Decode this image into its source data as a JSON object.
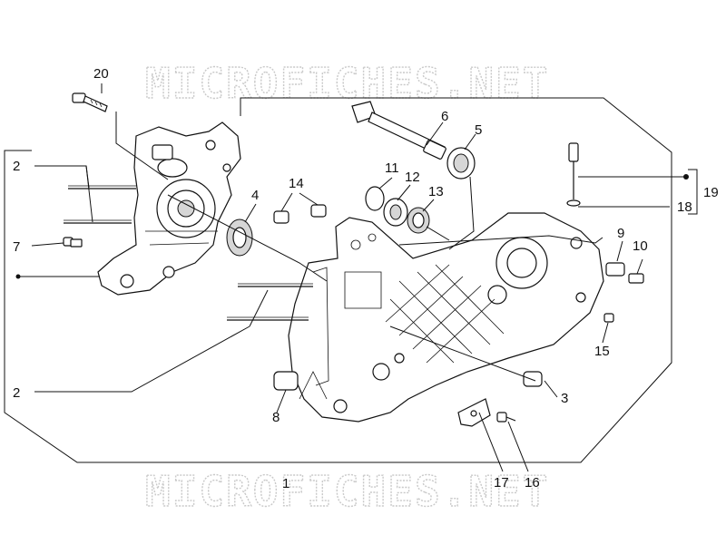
{
  "watermark": {
    "top": "MICROFICHES.NET",
    "bottom": "MICROFICHES.NET"
  },
  "callouts": {
    "p1": "1",
    "p2a": "2",
    "p2b": "2",
    "p3": "3",
    "p4": "4",
    "p5": "5",
    "p6": "6",
    "p7": "7",
    "p8": "8",
    "p9": "9",
    "p10": "10",
    "p11": "11",
    "p12": "12",
    "p13": "13",
    "p14": "14",
    "p15": "15",
    "p16": "16",
    "p17": "17",
    "p18": "18",
    "p19": "19",
    "p20": "20"
  },
  "colors": {
    "line": "#111111",
    "watermark_outline": "#c9c9c9",
    "background": "#ffffff"
  }
}
